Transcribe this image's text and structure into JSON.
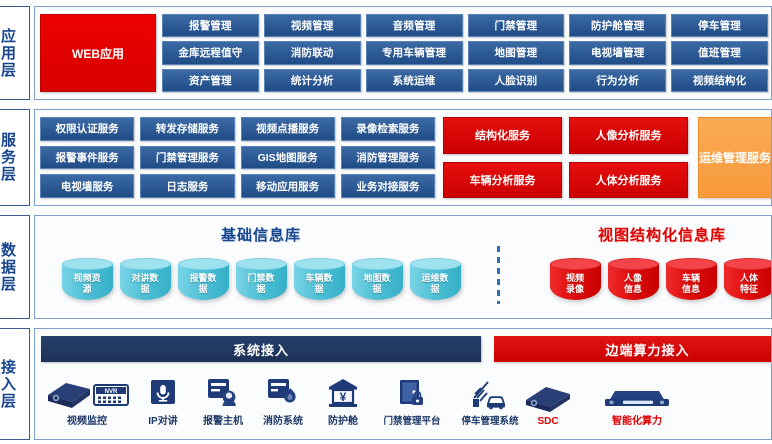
{
  "layers": [
    {
      "label": "应用层",
      "web_app": "WEB应用",
      "modules": [
        "报警管理",
        "视频管理",
        "音频管理",
        "门禁管理",
        "防护舱管理",
        "停车管理",
        "金库远程值守",
        "消防联动",
        "专用车辆管理",
        "地图管理",
        "电视墙管理",
        "值班管理",
        "资产管理",
        "统计分析",
        "系统运维",
        "人脸识别",
        "行为分析",
        "视频结构化"
      ]
    },
    {
      "label": "服务层",
      "services": [
        "权限认证服务",
        "转发存储服务",
        "视频点播服务",
        "录像检索服务",
        "报警事件服务",
        "门禁管理服务",
        "GIS地图服务",
        "消防管理服务",
        "电视墙服务",
        "日志服务",
        "移动应用服务",
        "业务对接服务"
      ],
      "ai_services": [
        "结构化服务",
        "人像分析服务",
        "车辆分析服务",
        "人体分析服务"
      ],
      "ops_service": "运维管理服务"
    },
    {
      "label": "数据层",
      "basic_db_title": "基础信息库",
      "basic_db": [
        "视频资\n源",
        "对讲数\n据",
        "报警数\n据",
        "门禁数\n据",
        "车辆数\n据",
        "地图数\n据",
        "运维数\n据"
      ],
      "struct_db_title": "视图结构化信息库",
      "struct_db": [
        "视频\n录像",
        "人像\n信息",
        "车辆\n信息",
        "人体\n特征"
      ]
    },
    {
      "label": "接入层",
      "system_access_title": "系统接入",
      "system_access_items": [
        {
          "icon": "nvr-camera-icon",
          "label": "视频监控"
        },
        {
          "icon": "microphone-icon",
          "label": "IP对讲"
        },
        {
          "icon": "alarm-host-icon",
          "label": "报警主机"
        },
        {
          "icon": "fire-system-icon",
          "label": "消防系统"
        },
        {
          "icon": "vault-icon",
          "label": "防护舱"
        },
        {
          "icon": "door-lock-icon",
          "label": "门禁管理平台"
        },
        {
          "icon": "barrier-car-icon",
          "label": "停车管理系统"
        }
      ],
      "edge_access_title": "边端算力接入",
      "edge_access_items": [
        {
          "icon": "sdc-device-icon",
          "label": "SDC"
        },
        {
          "icon": "ai-server-icon",
          "label": "智能化算力"
        }
      ]
    }
  ],
  "colors": {
    "navy": "#27406b",
    "blue_box": "#2d5b96",
    "red": "#e00000",
    "orange": "#f79a3c",
    "cyan": "#4fc0d6",
    "label_blue": "#17468f"
  }
}
